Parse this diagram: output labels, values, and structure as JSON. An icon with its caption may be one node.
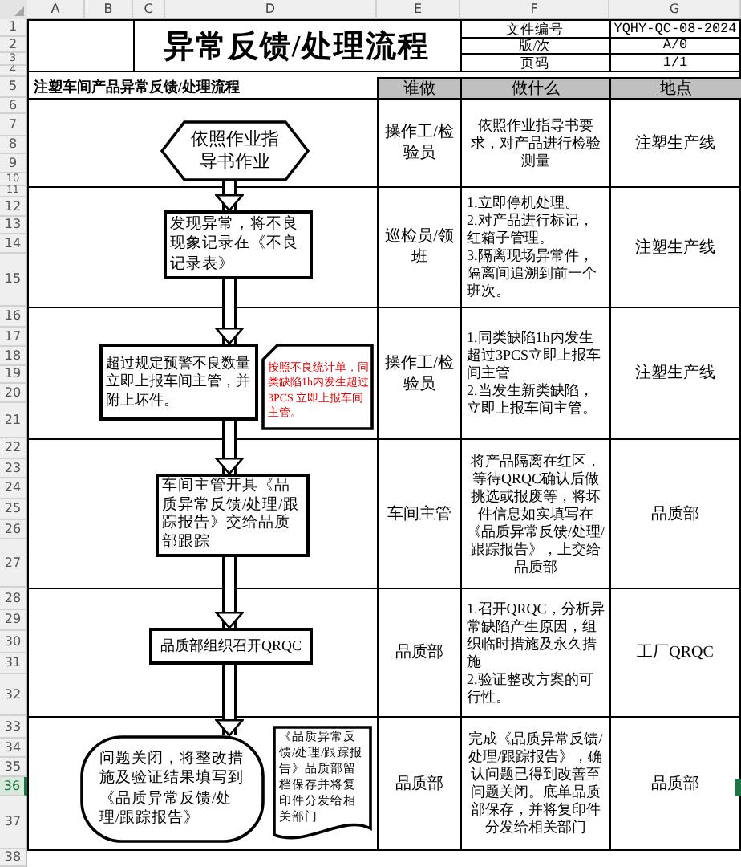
{
  "diagram": {
    "title": "异常反馈/处理流程",
    "nodes": [
      {
        "text": [
          "依照作业指导书作业"
        ]
      },
      {
        "text": [
          "发现异常，将不良现象记录在《不良记录表》"
        ]
      },
      {
        "text": [
          "超过规定预警不良数量立即上报车间主管，并附上坏件。"
        ]
      },
      {
        "text": [
          "按照不良统计单，同类缺陷1h内发生超过3PCS 立即上报车间主管。"
        ]
      },
      {
        "text": [
          "车间主管开具《品质异常反馈/处理/跟踪报告》交给品质部跟踪"
        ]
      },
      {
        "text": [
          "品质部组织召开QRQC"
        ]
      },
      {
        "text": [
          "问题关闭，将整改措施及验证结果填写到《品质异常反馈/处理/跟踪报告》"
        ]
      },
      {
        "text": [
          "《品质异常反馈/处理/跟踪报告》品质部留档保存并将复印件分发给相关部门"
        ]
      }
    ],
    "edges": [
      {
        "from": 0,
        "to": 1,
        "arrow": "to"
      },
      {
        "from": 1,
        "to": 2,
        "arrow": "to"
      },
      {
        "from": 2,
        "to": 4,
        "arrow": "to"
      },
      {
        "from": 4,
        "to": 5,
        "arrow": "to"
      },
      {
        "from": 5,
        "to": 6,
        "arrow": "to"
      }
    ],
    "labels": [
      "A",
      "B",
      "C",
      "D",
      "E",
      "F",
      "G",
      "1",
      "2",
      "3",
      "4",
      "5",
      "6",
      "7",
      "8",
      "9",
      "10",
      "11",
      "12",
      "13",
      "14",
      "15",
      "16",
      "17",
      "18",
      "19",
      "20",
      "21",
      "22",
      "23",
      "24",
      "25",
      "26",
      "27",
      "28",
      "29",
      "30",
      "31",
      "32",
      "33",
      "34",
      "35",
      "36",
      "37",
      "38",
      "文件编号",
      "YQHY-QC-08-2024",
      "版/次",
      "A/0",
      "页码",
      "1/1",
      "注塑车间产品异常反馈/处理流程",
      "谁做",
      "做什么",
      "地点",
      "操作工/检验员",
      "依照作业指导书要求，对产品进行检验测量",
      "注塑生产线",
      "巡检员/领班",
      "1.立即停机处理。",
      "2.对产品进行标记，红箱子管理。",
      "3.隔离现场异常件，隔离间追溯到前一个班次。",
      "注塑生产线",
      "操作工/检验员",
      "1.同类缺陷1h内发生超过3PCS立即上报车间主管",
      "2.当发生新类缺陷，立即上报车间主管。",
      "注塑生产线",
      "车间主管",
      "将产品隔离在红区，等待QRQC确认后做挑选或报废等，将坏件信息如实填写在《品质异常反馈/处理/跟踪报告》，上交给品质部",
      "品质部",
      "品质部",
      "1.召开QRQC，分析异常缺陷产生原因，组织临时措施及永久措施",
      "2.验证整改方案的可行性。",
      "工厂QRQC",
      "品质部",
      "完成《品质异常反馈/处理/跟踪报告》，确认问题已得到改善至问题关闭。底单品质部保存，并将复印件分发给相关部门",
      "品质部"
    ]
  }
}
